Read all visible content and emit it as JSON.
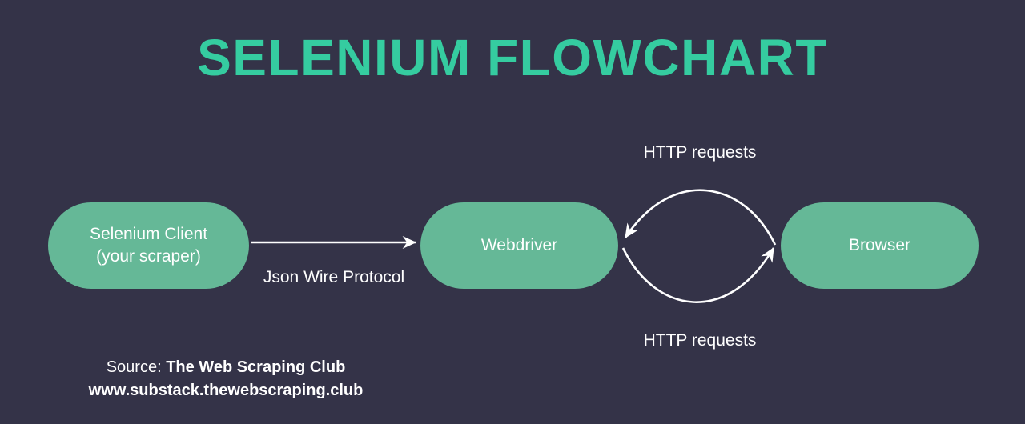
{
  "page": {
    "background_color": "#343348",
    "title": "SELENIUM FLOWCHART",
    "title_color": "#35CCA0",
    "node_fill_color": "#65B897",
    "connector_color": "#FFFFFF",
    "text_color": "#FFFFFF"
  },
  "nodes": [
    {
      "id": "selenium-client",
      "lines": [
        "Selenium Client",
        "(your scraper)"
      ]
    },
    {
      "id": "webdriver",
      "lines": [
        "Webdriver"
      ]
    },
    {
      "id": "browser",
      "lines": [
        "Browser"
      ]
    }
  ],
  "edges": [
    {
      "id": "json-wire-protocol",
      "from": "selenium-client",
      "to": "webdriver",
      "style": "straight-arrow-right",
      "label_lines": [
        "Json Wire",
        "Protocol"
      ]
    },
    {
      "id": "http-requests-inbound",
      "from": "browser",
      "to": "webdriver",
      "style": "curve-arc-up-arrow-left",
      "label_lines": [
        "HTTP requests"
      ]
    },
    {
      "id": "http-requests-outbound",
      "from": "webdriver",
      "to": "browser",
      "style": "curve-arc-down-arrow-right",
      "label_lines": [
        "HTTP requests"
      ]
    }
  ],
  "source": {
    "prefix": "Source: ",
    "publication": "The Web Scraping Club",
    "url": "www.substack.thewebscraping.club"
  }
}
